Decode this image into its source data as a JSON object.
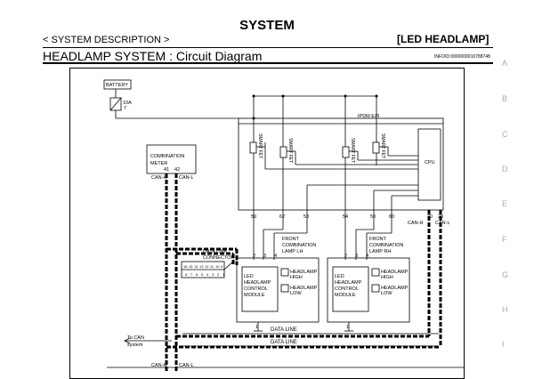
{
  "header": {
    "section": "SYSTEM",
    "breadcrumb": "< SYSTEM DESCRIPTION >",
    "badge": "[LED HEADLAMP]",
    "page_title": "HEADLAMP SYSTEM : Circuit Diagram",
    "info_id": "INFOID:0000000010788748"
  },
  "margin_letters": [
    "A",
    "B",
    "C",
    "D",
    "E",
    "F",
    "G",
    "H",
    "I"
  ],
  "diagram": {
    "battery": "BATTERY",
    "fuse": "10A",
    "fuse_no": "7",
    "ipdm": "IPDM E/R",
    "smart_fet": "SMART FET",
    "cpu": "CPU",
    "combination_meter": [
      "COMBINATION",
      "METER"
    ],
    "can_h": "CAN-H",
    "can_l": "CAN-L",
    "meter_pins": [
      "41",
      "42"
    ],
    "ipdm_pins": [
      "59",
      "62",
      "53",
      "54",
      "50",
      "60",
      "30",
      "28"
    ],
    "data_link": [
      "DATA LINK",
      "CONNECTOR"
    ],
    "dlc_pins_top": [
      "16",
      "15",
      "14",
      "13",
      "12",
      "11",
      "10",
      "9"
    ],
    "dlc_pins_bottom": [
      "8",
      "7",
      "6",
      "5",
      "4",
      "3",
      "2",
      "1"
    ],
    "lamp_lh": [
      "FRONT",
      "COMBINATION",
      "LAMP LH"
    ],
    "lamp_rh": [
      "FRONT",
      "COMBINATION",
      "LAMP RH"
    ],
    "lamp_pins": [
      "2",
      "3",
      "4"
    ],
    "ground_pin": "1",
    "module": [
      "LED",
      "HEADLAMP",
      "CONTROL",
      "MODULE"
    ],
    "headlamp_high": [
      "HEADLAMP",
      "HIGH"
    ],
    "headlamp_low": [
      "HEADLAMP",
      "LOW"
    ],
    "data_line": "DATA LINE",
    "to_can": [
      "To CAN",
      "system"
    ]
  }
}
